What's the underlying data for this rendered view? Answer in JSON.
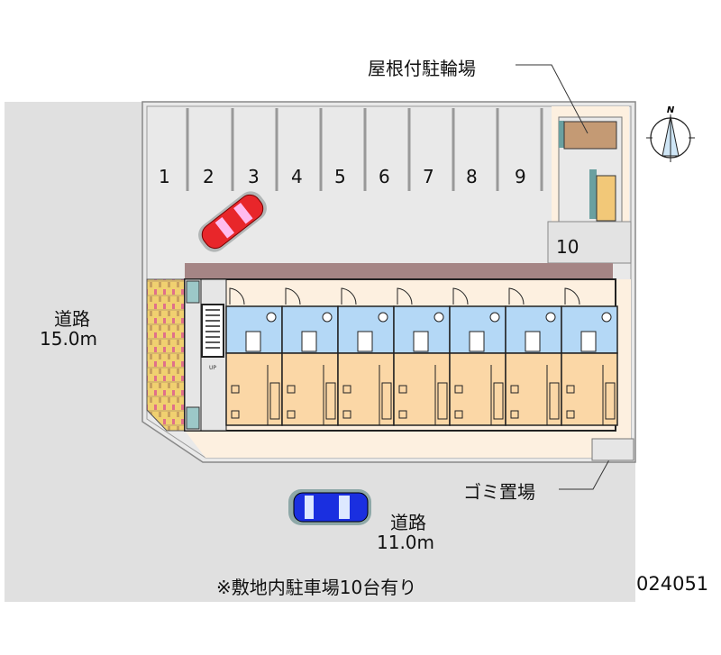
{
  "labels": {
    "bicycle_shelter": "屋根付駐輪場",
    "road_left_name": "道路",
    "road_left_width": "15.0m",
    "road_bottom_name": "道路",
    "road_bottom_width": "11.0m",
    "garbage": "ゴミ置場",
    "note": "※敷地内駐車場10台有り",
    "code": "024051",
    "compass": "N",
    "stairs_up": "UP"
  },
  "parking_spaces": [
    "1",
    "2",
    "3",
    "4",
    "5",
    "6",
    "7",
    "8",
    "9",
    "10"
  ],
  "units": 7,
  "colors": {
    "road": "#e0e0e0",
    "lot": "#e9e9e9",
    "pale": "#fdf0e0",
    "roof": "#a58585",
    "wet_area": "#b4d8f6",
    "room": "#fbd7a6",
    "red_car": "#e8262a",
    "blue_car": "#1a2fe0"
  }
}
